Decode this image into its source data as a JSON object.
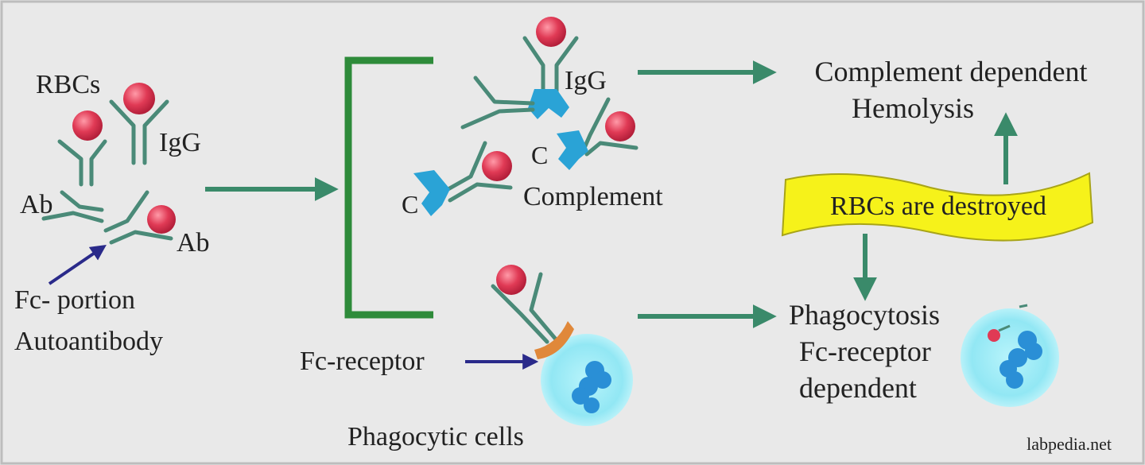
{
  "labels": {
    "rbcs": "RBCs",
    "igg_left": "IgG",
    "ab_upper": "Ab",
    "ab_lower": "Ab",
    "fc_portion": "Fc- portion",
    "autoantibody": "Autoantibody",
    "igg_top": "IgG",
    "complement_c1": "C",
    "complement_c2": "C",
    "complement": "Complement",
    "fc_receptor": "Fc-receptor",
    "phagocytic_cells": "Phagocytic cells",
    "complement_dependent": "Complement dependent",
    "hemolysis": "Hemolysis",
    "rbcs_destroyed": "RBCs are destroyed",
    "phagocytosis": "Phagocytosis",
    "fc_receptor_result": "Fc-receptor",
    "dependent": "dependent",
    "watermark": "labpedia.net"
  },
  "colors": {
    "background": "#e9e9e9",
    "antibody": "#4a8a78",
    "rbc": "#e03a55",
    "complement": "#2aa3d6",
    "flow_arrow": "#3a8a6a",
    "bracket": "#2e8b3a",
    "pointer_arrow": "#2a2a8a",
    "fc_receptor": "#e0883a",
    "phagocyte": "#8fe6f3",
    "banner": "#f6f21a"
  }
}
